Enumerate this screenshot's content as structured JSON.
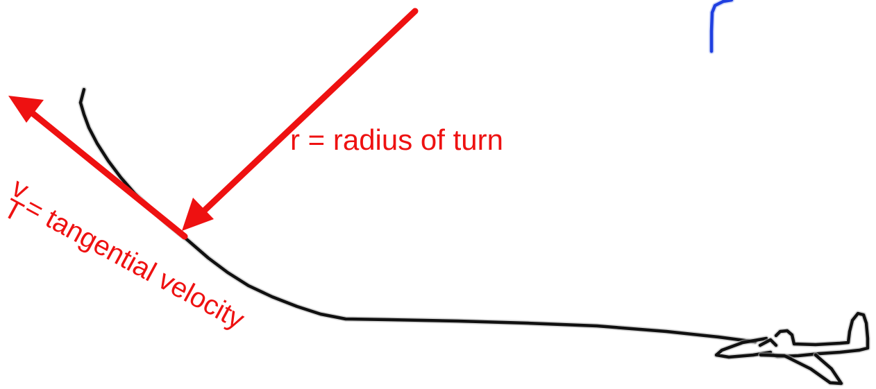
{
  "labels": {
    "radius": "r = radius of turn",
    "tangential_sub_v": "v",
    "tangential_sub_T": "T",
    "tangential_text": "= tangential velocity",
    "handwritten_r": "r"
  },
  "colors": {
    "arrow": "#ee1111",
    "path": "#111111",
    "handwriting": "#1f3fe0",
    "background": "#ffffff"
  }
}
